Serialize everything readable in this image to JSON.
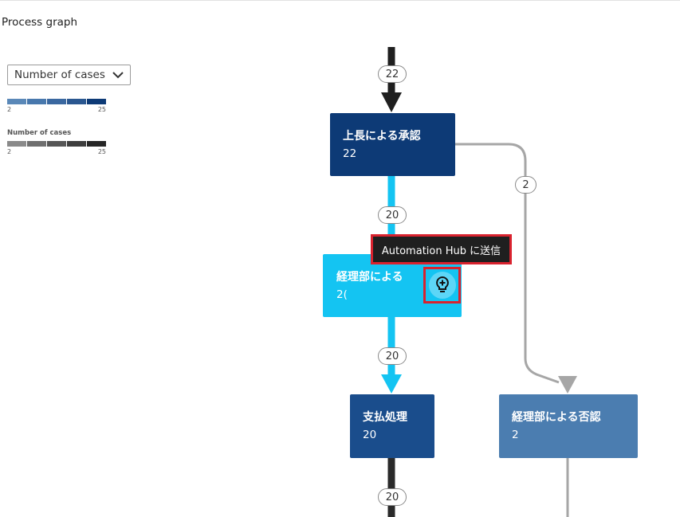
{
  "page": {
    "title": "Process graph"
  },
  "controls": {
    "metric_select": {
      "value": "Number of cases"
    }
  },
  "legends": [
    {
      "caption": "",
      "min": "2",
      "max": "25",
      "colors": [
        "#5a88b8",
        "#4878ad",
        "#3a68a0",
        "#2a5790",
        "#0d3a76"
      ]
    },
    {
      "caption": "Number of cases",
      "min": "2",
      "max": "25",
      "colors": [
        "#8a8a8a",
        "#6f6f6f",
        "#565656",
        "#3e3e3e",
        "#262626"
      ]
    }
  ],
  "graph": {
    "entry_count": "22",
    "nodes": [
      {
        "id": "n1",
        "label": "上長による承認",
        "count": "22",
        "color": "#0d3a76"
      },
      {
        "id": "n2",
        "label": "経理部による",
        "count": "2(",
        "color": "#14c4f2"
      },
      {
        "id": "n3",
        "label": "支払処理",
        "count": "20",
        "color": "#1a4d8c"
      },
      {
        "id": "n4",
        "label": "経理部による否認",
        "count": "2",
        "color": "#4b7db0"
      }
    ],
    "edges": [
      {
        "from": "start",
        "to": "n1",
        "count": "22"
      },
      {
        "from": "n1",
        "to": "n2",
        "count": "20"
      },
      {
        "from": "n1",
        "to": "n4",
        "count": "2"
      },
      {
        "from": "n2",
        "to": "n3",
        "count": "20"
      },
      {
        "from": "n3",
        "to": "end",
        "count": "20"
      }
    ]
  },
  "tooltip": {
    "text": "Automation Hub に送信"
  },
  "colors": {
    "flow_dark": "#1f1f1f",
    "flow_highlight": "#14c4f2",
    "flow_gray": "#a6a6a6",
    "highlight_border": "#d9222e"
  }
}
